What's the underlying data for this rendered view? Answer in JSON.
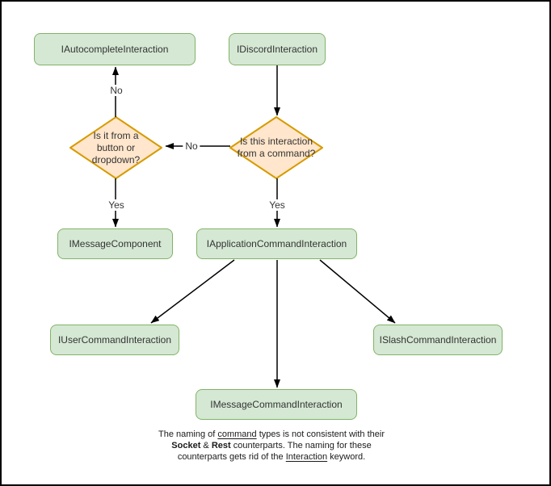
{
  "colors": {
    "node_fill": "#d5e8d4",
    "node_border": "#82b366",
    "decision_fill": "#ffe6cc",
    "decision_border": "#d79b00",
    "line": "#000000"
  },
  "nodes": {
    "autocomplete": {
      "label": "IAutocompleteInteraction"
    },
    "discord": {
      "label": "IDiscordInteraction"
    },
    "decision_command": {
      "label": "Is this interaction from a command?"
    },
    "decision_component": {
      "label": "Is it from a button or dropdown?"
    },
    "message_component": {
      "label": "IMessageComponent"
    },
    "application_command": {
      "label": "IApplicationCommandInteraction"
    },
    "user_command": {
      "label": "IUserCommandInteraction"
    },
    "message_command": {
      "label": "IMessageCommandInteraction"
    },
    "slash_command": {
      "label": "ISlashCommandInteraction"
    }
  },
  "edge_labels": {
    "no_to_autocomplete": "No",
    "no_to_component_decision": "No",
    "yes_to_message_component": "Yes",
    "yes_to_application_command": "Yes"
  },
  "note": {
    "l1a": "The naming of ",
    "l1_underline": "command",
    "l1b": " types is not consistent with their",
    "l2_bold1": "Socket",
    "l2a": " & ",
    "l2_bold2": "Rest",
    "l2b": " counterparts. The naming for these",
    "l3a": "counterparts gets rid of the ",
    "l3_underline": "Interaction",
    "l3b": " keyword."
  }
}
